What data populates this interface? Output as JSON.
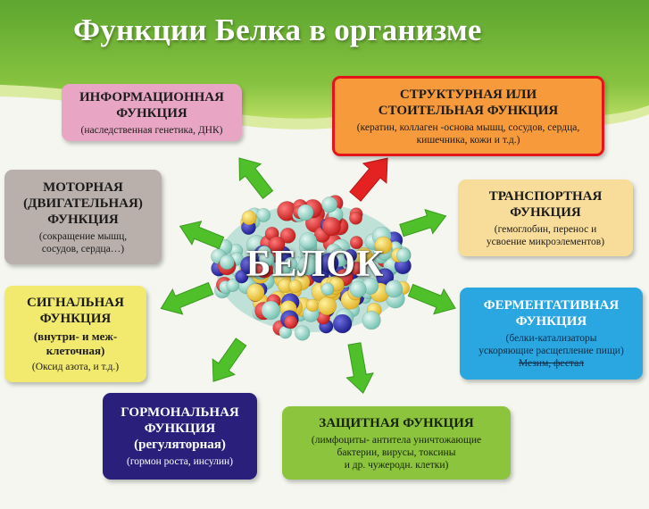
{
  "title": "Функции Белка в организме",
  "center": "БЕЛОК",
  "colors": {
    "banner": "#6fb23a",
    "arrow": "#4fc02a",
    "arrow_structural": "#e42222"
  },
  "functions": {
    "informational": {
      "title_lines": [
        "ИНФОРМАЦИОННАЯ",
        "ФУНКЦИЯ"
      ],
      "desc_lines": [
        "(наследственная генетика, ДНК)"
      ]
    },
    "structural": {
      "title_lines": [
        "СТРУКТУРНАЯ ИЛИ",
        "СТОИТЕЛЬНАЯ ФУНКЦИЯ"
      ],
      "desc_lines": [
        "(кератин, коллаген -основа мышц, сосудов, сердца,",
        "кишечника, кожи и т.д.)"
      ]
    },
    "motor": {
      "title_lines": [
        "МОТОРНАЯ",
        "(ДВИГАТЕЛЬНАЯ)",
        "ФУНКЦИЯ"
      ],
      "desc_lines": [
        "(сокращение мышц,",
        "сосудов, сердца…)"
      ]
    },
    "transport": {
      "title_lines": [
        "ТРАНСПОРТНАЯ",
        "ФУНКЦИЯ"
      ],
      "desc_lines": [
        "(гемоглобин, перенос и",
        "усвоение микроэлементов)"
      ]
    },
    "signal": {
      "title_lines": [
        "СИГНАЛЬНАЯ",
        "ФУНКЦИЯ"
      ],
      "strong_lines": [
        "(внутри- и меж-",
        "клеточная)"
      ],
      "desc_lines": [
        "(Оксид азота, и т.д.)"
      ]
    },
    "enzymatic": {
      "title_lines": [
        "ФЕРМЕНТАТИВНАЯ",
        "ФУНКЦИЯ"
      ],
      "desc_lines": [
        "(белки-катализаторы",
        "ускоряющие расщепление пищи)"
      ],
      "strike_line": "Мезим, фестал"
    },
    "hormonal": {
      "title_lines": [
        "ГОРМОНАЛЬНАЯ",
        "ФУНКЦИЯ",
        "(регуляторная)"
      ],
      "desc_lines": [
        "(гормон роста, инсулин)"
      ]
    },
    "protective": {
      "title_lines": [
        "ЗАЩИТНАЯ ФУНКЦИЯ"
      ],
      "desc_lines": [
        "(лимфоциты- антитела уничтожающие",
        "бактерии, вирусы, токсины",
        "и др. чужеродн. клетки)"
      ]
    }
  }
}
